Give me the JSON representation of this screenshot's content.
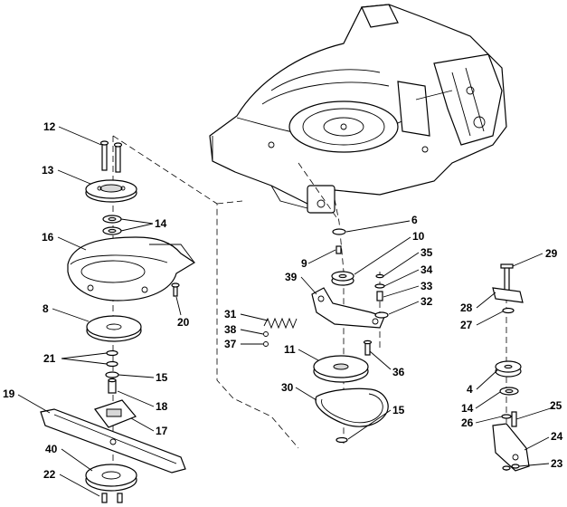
{
  "diagram": {
    "callouts": [
      {
        "id": "c12",
        "text": "12"
      },
      {
        "id": "c13",
        "text": "13"
      },
      {
        "id": "c14a",
        "text": "14"
      },
      {
        "id": "c16",
        "text": "16"
      },
      {
        "id": "c20",
        "text": "20"
      },
      {
        "id": "c8",
        "text": "8"
      },
      {
        "id": "c21",
        "text": "21"
      },
      {
        "id": "c15a",
        "text": "15"
      },
      {
        "id": "c18",
        "text": "18"
      },
      {
        "id": "c19",
        "text": "19"
      },
      {
        "id": "c17",
        "text": "17"
      },
      {
        "id": "c40",
        "text": "40"
      },
      {
        "id": "c22",
        "text": "22"
      },
      {
        "id": "c6",
        "text": "6"
      },
      {
        "id": "c10",
        "text": "10"
      },
      {
        "id": "c9",
        "text": "9"
      },
      {
        "id": "c35",
        "text": "35"
      },
      {
        "id": "c39",
        "text": "39"
      },
      {
        "id": "c34",
        "text": "34"
      },
      {
        "id": "c33",
        "text": "33"
      },
      {
        "id": "c32",
        "text": "32"
      },
      {
        "id": "c31",
        "text": "31"
      },
      {
        "id": "c38",
        "text": "38"
      },
      {
        "id": "c37",
        "text": "37"
      },
      {
        "id": "c11",
        "text": "11"
      },
      {
        "id": "c36",
        "text": "36"
      },
      {
        "id": "c30",
        "text": "30"
      },
      {
        "id": "c15b",
        "text": "15"
      },
      {
        "id": "c29",
        "text": "29"
      },
      {
        "id": "c28",
        "text": "28"
      },
      {
        "id": "c27",
        "text": "27"
      },
      {
        "id": "c4",
        "text": "4"
      },
      {
        "id": "c14b",
        "text": "14"
      },
      {
        "id": "c26",
        "text": "26"
      },
      {
        "id": "c25",
        "text": "25"
      },
      {
        "id": "c24",
        "text": "24"
      },
      {
        "id": "c23",
        "text": "23"
      }
    ]
  }
}
